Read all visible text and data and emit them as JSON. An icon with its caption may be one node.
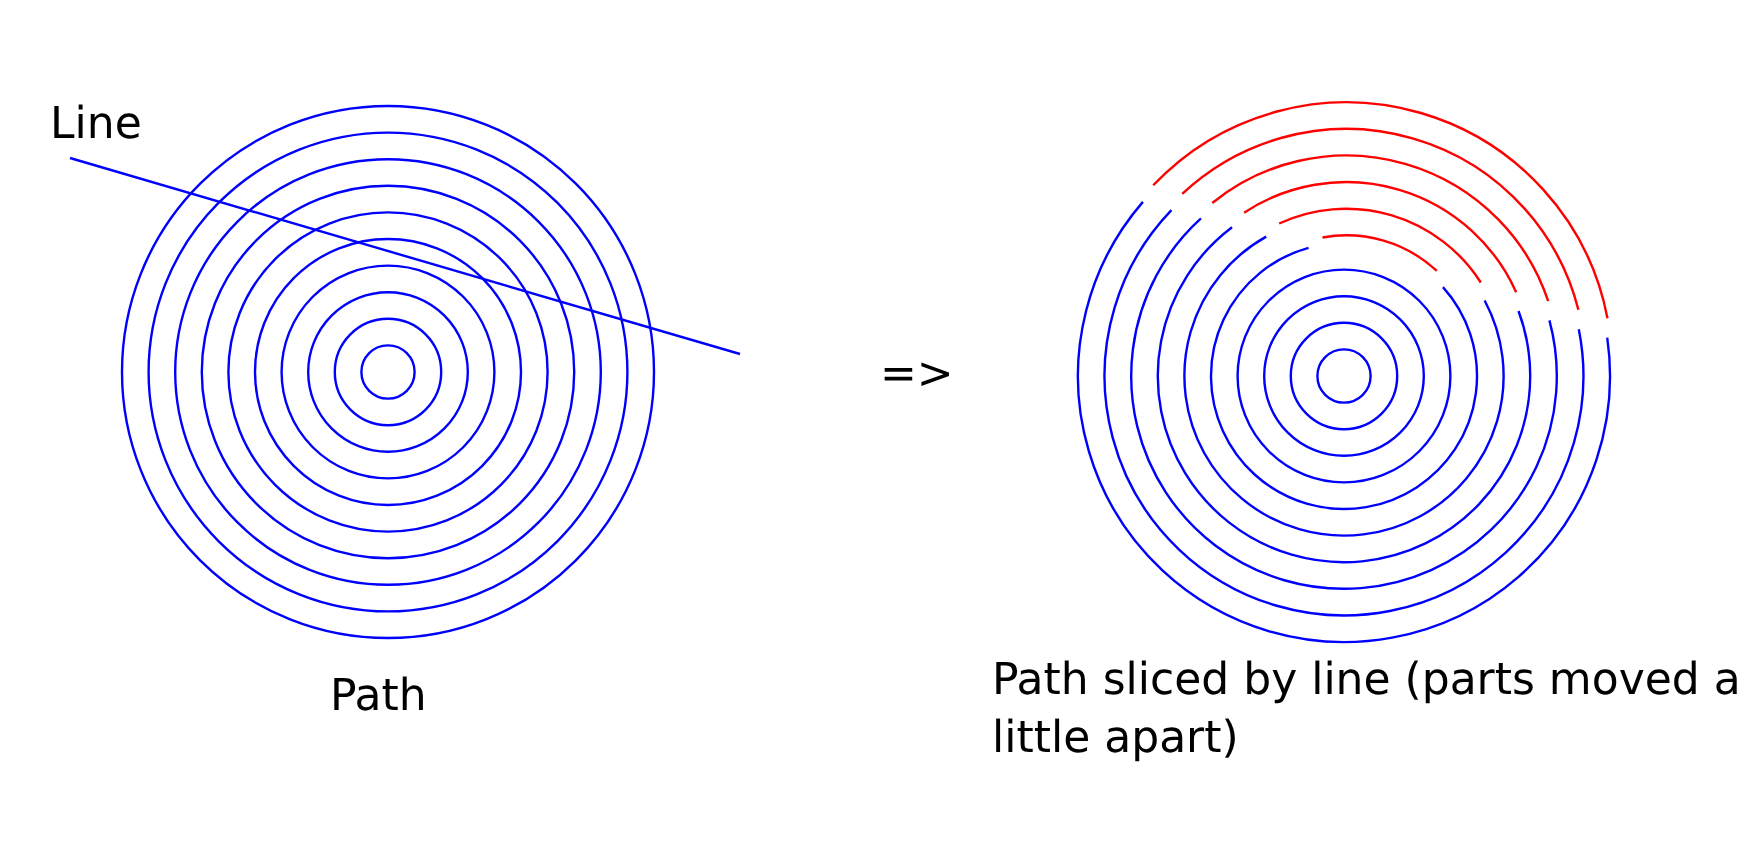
{
  "diagram": {
    "labels": [
      "Line",
      "Path",
      "=>",
      "Path sliced by line (parts moved a little apart)"
    ]
  }
}
